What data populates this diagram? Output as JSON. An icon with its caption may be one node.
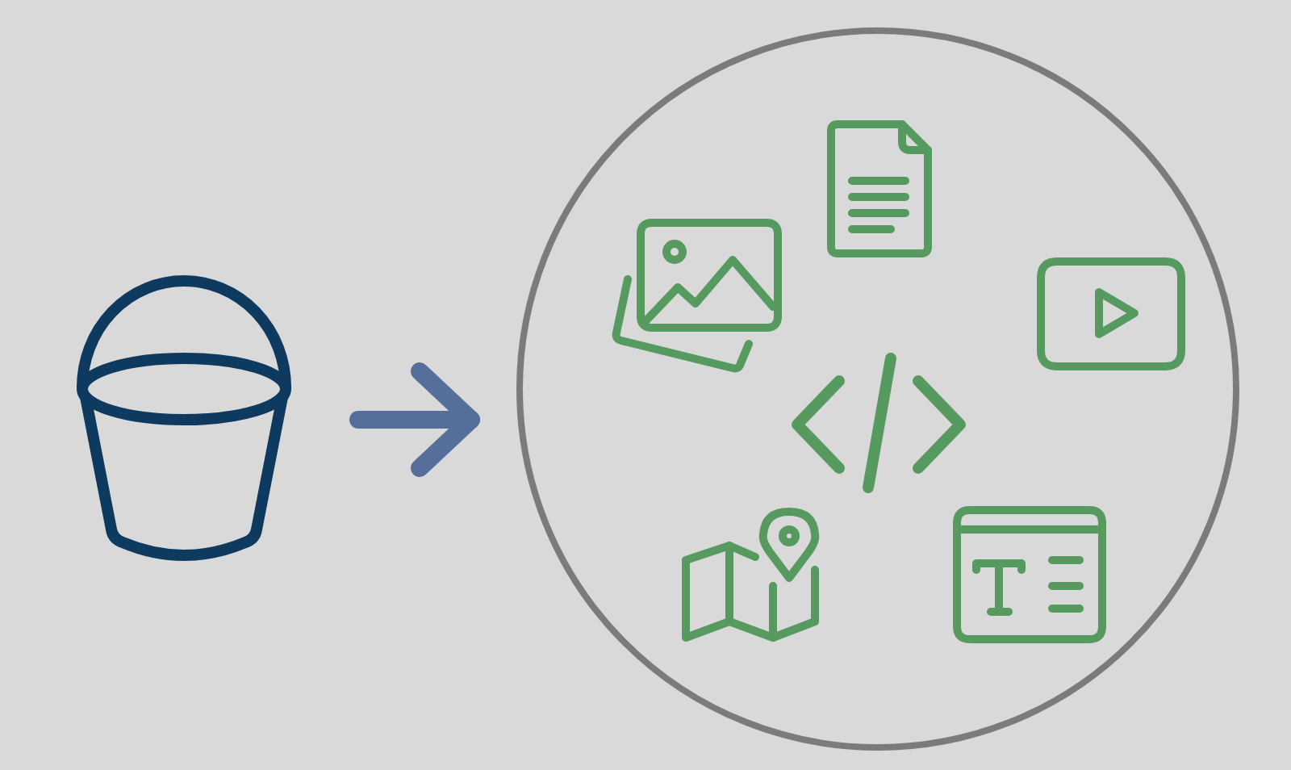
{
  "diagram": {
    "nodes": [
      {
        "text": [],
        "shape": "picture"
      },
      {
        "text": [],
        "shape": "circle"
      }
    ],
    "edges": [
      {
        "from": 0,
        "to": 1,
        "arrow": "to"
      }
    ]
  }
}
